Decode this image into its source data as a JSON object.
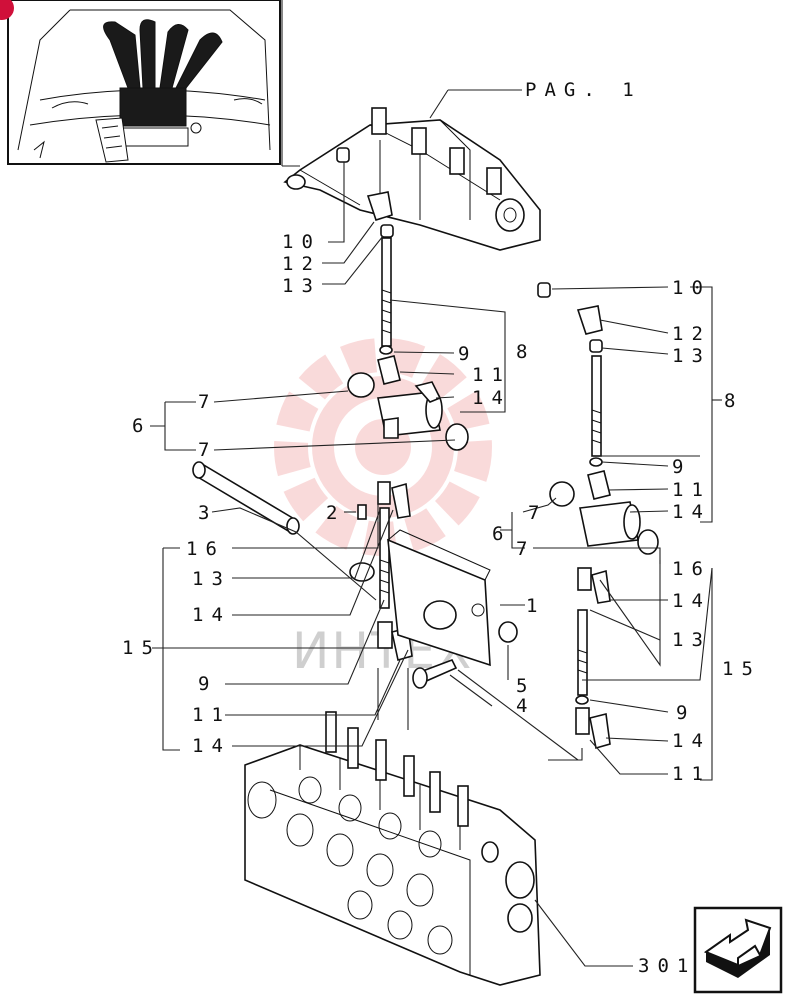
{
  "reference": {
    "page_ref": "PAG. 1"
  },
  "callouts": [
    {
      "id": "c10a",
      "text": "10"
    },
    {
      "id": "c12a",
      "text": "12"
    },
    {
      "id": "c13a",
      "text": "13"
    },
    {
      "id": "c10b",
      "text": "10"
    },
    {
      "id": "c12b",
      "text": "12"
    },
    {
      "id": "c13b",
      "text": "13"
    },
    {
      "id": "c9a",
      "text": "9"
    },
    {
      "id": "c8a",
      "text": "8"
    },
    {
      "id": "c11a",
      "text": "11"
    },
    {
      "id": "c14a",
      "text": "14"
    },
    {
      "id": "c8b",
      "text": "8"
    },
    {
      "id": "c6a",
      "text": "6"
    },
    {
      "id": "c7a",
      "text": "7"
    },
    {
      "id": "c7b",
      "text": "7"
    },
    {
      "id": "c9b",
      "text": "9"
    },
    {
      "id": "c11b",
      "text": "11"
    },
    {
      "id": "c14b",
      "text": "14"
    },
    {
      "id": "c3",
      "text": "3"
    },
    {
      "id": "c2",
      "text": "2"
    },
    {
      "id": "c7c",
      "text": "7"
    },
    {
      "id": "c6b",
      "text": "6"
    },
    {
      "id": "c7d",
      "text": "7"
    },
    {
      "id": "c16a",
      "text": "16"
    },
    {
      "id": "c16b",
      "text": "16"
    },
    {
      "id": "c13c",
      "text": "13"
    },
    {
      "id": "c14c",
      "text": "14"
    },
    {
      "id": "c14d",
      "text": "14"
    },
    {
      "id": "c1",
      "text": "1"
    },
    {
      "id": "c15a",
      "text": "15"
    },
    {
      "id": "c13d",
      "text": "13"
    },
    {
      "id": "c15b",
      "text": "15"
    },
    {
      "id": "c9c",
      "text": "9"
    },
    {
      "id": "c5",
      "text": "5"
    },
    {
      "id": "c4",
      "text": "4"
    },
    {
      "id": "c9d",
      "text": "9"
    },
    {
      "id": "c11c",
      "text": "11"
    },
    {
      "id": "c14e",
      "text": "14"
    },
    {
      "id": "c14f",
      "text": "14"
    },
    {
      "id": "c11d",
      "text": "11"
    },
    {
      "id": "c301",
      "text": "301"
    }
  ],
  "watermark": {
    "text": "ИНТЕХ"
  },
  "colors": {
    "line": "#111111",
    "watermark": "#e85a5a",
    "badge": "#d0103a"
  },
  "icons": {
    "next_page": "next-page-arrow-icon"
  }
}
